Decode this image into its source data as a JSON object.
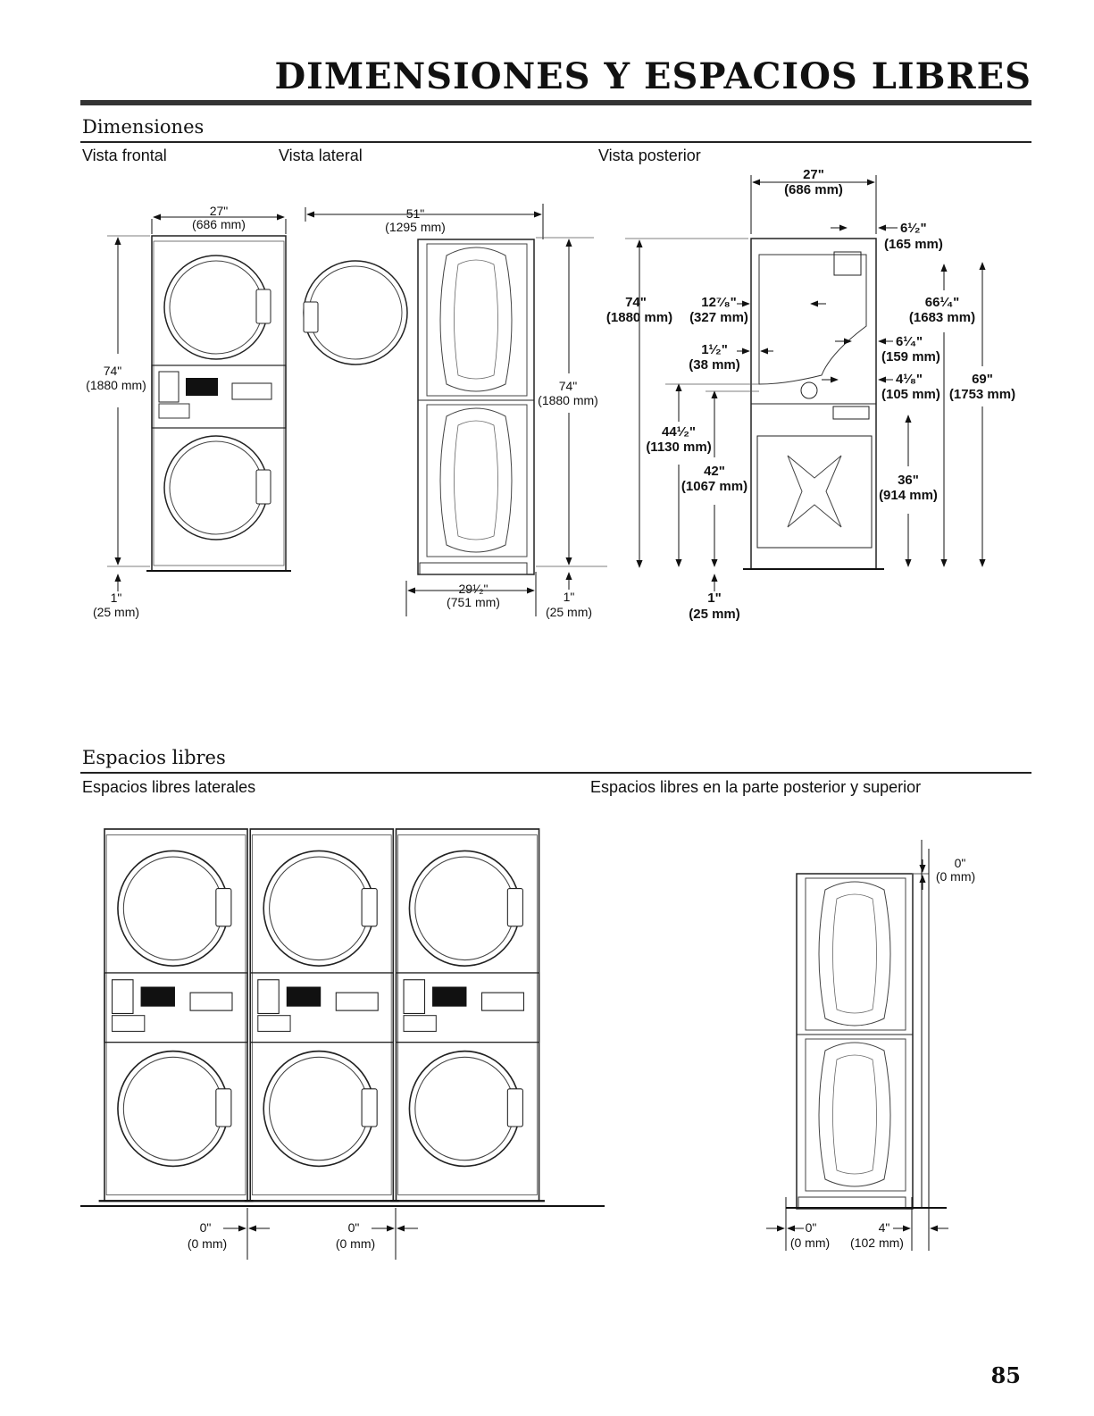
{
  "page_title": "DIMENSIONES Y ESPACIOS LIBRES",
  "page_number": "85",
  "dimensions": {
    "title": "Dimensiones",
    "front": {
      "label": "Vista frontal",
      "width": "27\"",
      "width_mm": "(686 mm)",
      "height": "74\"",
      "height_mm": "(1880 mm)",
      "base": "1\"",
      "base_mm": "(25 mm)"
    },
    "side": {
      "label": "Vista lateral",
      "depth_open": "51\"",
      "depth_open_mm": "(1295 mm)",
      "height": "74\"",
      "height_mm": "(1880 mm)",
      "depth": "29¹⁄₂\"",
      "depth_mm": "(751 mm)",
      "base": "1\"",
      "base_mm": "(25 mm)"
    },
    "rear": {
      "label": "Vista posterior",
      "width": "27\"",
      "width_mm": "(686 mm)",
      "d1": "6¹⁄₂\"",
      "d1_mm": "(165 mm)",
      "height": "74\"",
      "height_mm": "(1880 mm)",
      "d2": "12⁷⁄₈\"",
      "d2_mm": "(327 mm)",
      "d3": "66¹⁄₄\"",
      "d3_mm": "(1683 mm)",
      "d4": "1¹⁄₂\"",
      "d4_mm": "(38 mm)",
      "d5": "6¹⁄₄\"",
      "d5_mm": "(159 mm)",
      "d6": "4¹⁄₈\"",
      "d6_mm": "(105 mm)",
      "d7": "69\"",
      "d7_mm": "(1753 mm)",
      "d8": "44¹⁄₂\"",
      "d8_mm": "(1130 mm)",
      "d9": "42\"",
      "d9_mm": "(1067 mm)",
      "d10": "36\"",
      "d10_mm": "(914 mm)",
      "base": "1\"",
      "base_mm": "(25 mm)"
    }
  },
  "clearances": {
    "title": "Espacios libres",
    "side_label": "Espacios libres laterales",
    "rear_label": "Espacios libres en la parte posterior y superior",
    "gap1": "0\"",
    "gap1_mm": "(0 mm)",
    "gap2": "0\"",
    "gap2_mm": "(0 mm)",
    "top": "0\"",
    "top_mm": "(0 mm)",
    "front": "0\"",
    "front_mm": "(0 mm)",
    "back": "4\"",
    "back_mm": "(102 mm)"
  }
}
